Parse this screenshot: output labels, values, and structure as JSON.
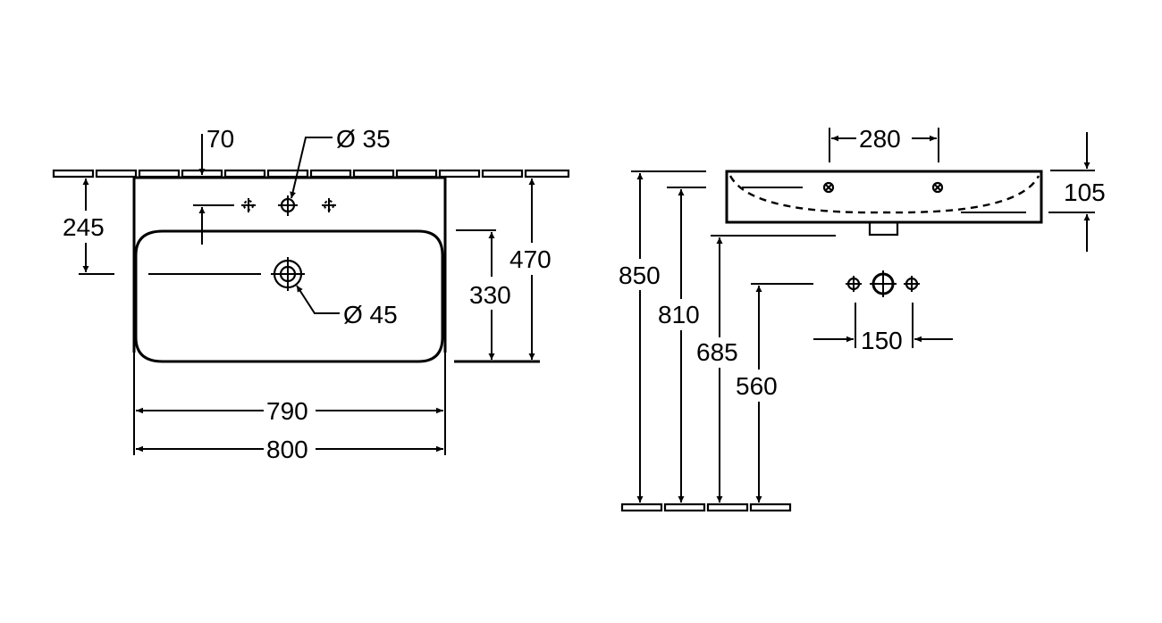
{
  "title": "Washbasin technical drawing (dimensions in mm)",
  "colors": {
    "ink": "#000000",
    "background": "#ffffff"
  },
  "front_view": {
    "dimensions": {
      "tap_hole_offset": "70",
      "tap_hole_diameter": "Ø 35",
      "waste_diameter": "Ø 45",
      "waste_height": "245",
      "bowl_depth": "330",
      "total_depth": "470",
      "bowl_width": "790",
      "total_width": "800"
    }
  },
  "side_view": {
    "dimensions": {
      "tap_spacing": "280",
      "basin_height": "105",
      "rim_height": "850",
      "overflow_height": "810",
      "waste_outlet_height": "685",
      "supply_height": "560",
      "supply_spacing": "150"
    }
  }
}
